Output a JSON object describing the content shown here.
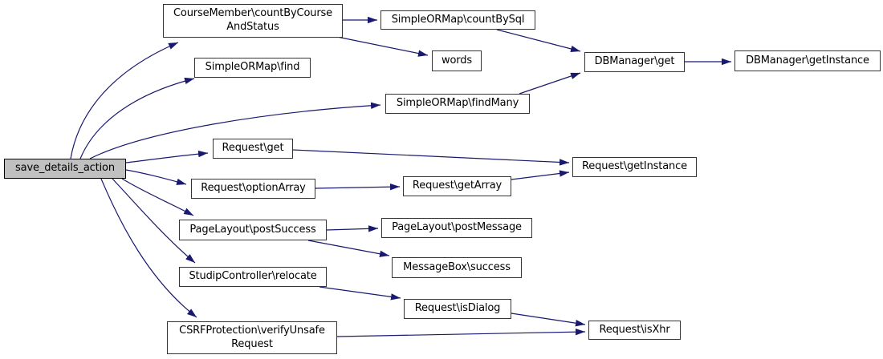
{
  "diagram": {
    "kind": "call-graph",
    "edge_color": "#191970",
    "node_border_color": "#343434",
    "node_fill": "#ffffff",
    "focus_node_fill": "#c0c0c0",
    "text_color": "#000000"
  },
  "nodes": {
    "save": {
      "label": "save_details_action",
      "focused": true
    },
    "courseMemberCount": {
      "label": "CourseMember\\countByCourse\nAndStatus"
    },
    "countBySql": {
      "label": "SimpleORMap\\countBySql"
    },
    "words": {
      "label": "words"
    },
    "dbGet": {
      "label": "DBManager\\get"
    },
    "dbGetInstance": {
      "label": "DBManager\\getInstance"
    },
    "find": {
      "label": "SimpleORMap\\find"
    },
    "findMany": {
      "label": "SimpleORMap\\findMany"
    },
    "reqGet": {
      "label": "Request\\get"
    },
    "reqGetInstance": {
      "label": "Request\\getInstance"
    },
    "optionArray": {
      "label": "Request\\optionArray"
    },
    "getArray": {
      "label": "Request\\getArray"
    },
    "postSuccess": {
      "label": "PageLayout\\postSuccess"
    },
    "postMessage": {
      "label": "PageLayout\\postMessage"
    },
    "msgSuccess": {
      "label": "MessageBox\\success"
    },
    "relocate": {
      "label": "StudipController\\relocate"
    },
    "isDialog": {
      "label": "Request\\isDialog"
    },
    "csrf": {
      "label": "CSRFProtection\\verifyUnsafe\nRequest"
    },
    "isXhr": {
      "label": "Request\\isXhr"
    }
  },
  "edges": [
    {
      "from": "save_details_action",
      "to": "CourseMember\\countByCourseAndStatus"
    },
    {
      "from": "save_details_action",
      "to": "SimpleORMap\\find"
    },
    {
      "from": "save_details_action",
      "to": "SimpleORMap\\findMany"
    },
    {
      "from": "save_details_action",
      "to": "Request\\get"
    },
    {
      "from": "save_details_action",
      "to": "Request\\optionArray"
    },
    {
      "from": "save_details_action",
      "to": "PageLayout\\postSuccess"
    },
    {
      "from": "save_details_action",
      "to": "StudipController\\relocate"
    },
    {
      "from": "save_details_action",
      "to": "CSRFProtection\\verifyUnsafeRequest"
    },
    {
      "from": "CourseMember\\countByCourseAndStatus",
      "to": "SimpleORMap\\countBySql"
    },
    {
      "from": "CourseMember\\countByCourseAndStatus",
      "to": "words"
    },
    {
      "from": "SimpleORMap\\countBySql",
      "to": "DBManager\\get"
    },
    {
      "from": "SimpleORMap\\findMany",
      "to": "DBManager\\get"
    },
    {
      "from": "DBManager\\get",
      "to": "DBManager\\getInstance"
    },
    {
      "from": "Request\\get",
      "to": "Request\\getInstance"
    },
    {
      "from": "Request\\optionArray",
      "to": "Request\\getArray"
    },
    {
      "from": "Request\\getArray",
      "to": "Request\\getInstance"
    },
    {
      "from": "PageLayout\\postSuccess",
      "to": "PageLayout\\postMessage"
    },
    {
      "from": "PageLayout\\postSuccess",
      "to": "MessageBox\\success"
    },
    {
      "from": "StudipController\\relocate",
      "to": "Request\\isDialog"
    },
    {
      "from": "Request\\isDialog",
      "to": "Request\\isXhr"
    },
    {
      "from": "CSRFProtection\\verifyUnsafeRequest",
      "to": "Request\\isXhr"
    }
  ]
}
